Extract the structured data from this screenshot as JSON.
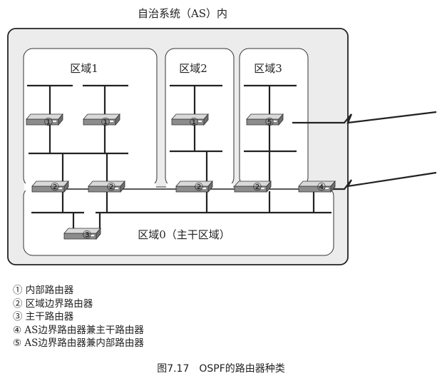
{
  "diagram": {
    "title": "自治系统（AS）内",
    "areas": {
      "area1": "区域1",
      "area2": "区域2",
      "area3": "区域3",
      "area0": "区域0（主干区域）"
    },
    "router_marks": [
      "①",
      "②",
      "③",
      "④",
      "⑤"
    ]
  },
  "legend": {
    "items": [
      "① 内部路由器",
      "② 区域边界路由器",
      "③ 主干路由器",
      "④ AS边界路由器兼主干路由器",
      "⑤ AS边界路由器兼内部路由器"
    ]
  },
  "caption": "图7.17　OSPF的路由器种类"
}
